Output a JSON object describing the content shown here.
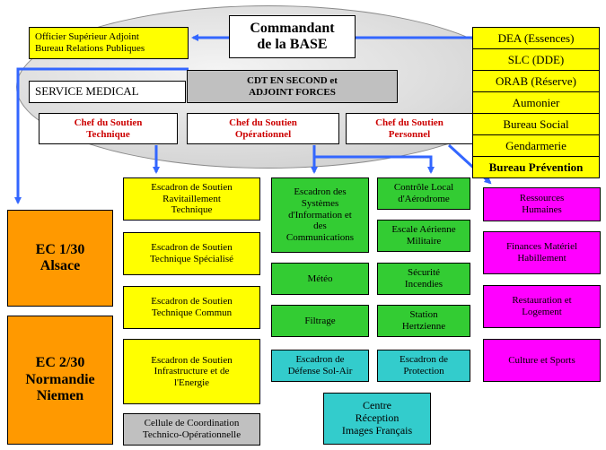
{
  "colors": {
    "arrow": "#3366ff",
    "yellow": "#ffff00",
    "green": "#33cc33",
    "cyan": "#33cccc",
    "magenta": "#ff00ff",
    "orange": "#ff9900",
    "gray": "#c0c0c0",
    "chef_text": "#cc0000"
  },
  "top": {
    "commandant": "Commandant\nde la  BASE",
    "officier": "Officier Supérieur Adjoint\nBureau Relations Publiques",
    "service_medical": "SERVICE MEDICAL",
    "cdt_second": "CDT EN SECOND et\nADJOINT FORCES"
  },
  "side_list": [
    "DEA (Essences)",
    "SLC (DDE)",
    "ORAB (Réserve)",
    "Aumonier",
    "Bureau Social",
    "Gendarmerie",
    "Bureau Prévention"
  ],
  "chefs": {
    "technique": "Chef du Soutien\nTechnique",
    "operationnel": "Chef du Soutien\nOpérationnel",
    "personnel": "Chef du Soutien\nPersonnel"
  },
  "ec": {
    "ec1": "EC 1/30\nAlsace",
    "ec2": "EC 2/30\nNormandie\nNiemen"
  },
  "technique_col": [
    "Escadron de Soutien\nRavitaillement\nTechnique",
    "Escadron de Soutien\nTechnique Spécialisé",
    "Escadron de Soutien\nTechnique Commun",
    "Escadron de Soutien\nInfrastructure et de\nl'Energie",
    "Cellule de Coordination\nTechnico-Opérationnelle"
  ],
  "operationnel_col": [
    "Escadron des\nSystèmes\nd'Information et\ndes\nCommunications",
    "Météo",
    "Filtrage",
    "Escadron de\nDéfense Sol-Air"
  ],
  "operationnel_col2": [
    "Contrôle Local\nd'Aérodrome",
    "Escale Aérienne\nMilitaire",
    "Sécurité\nIncendies",
    "Station\nHertzienne",
    "Escadron de\nProtection"
  ],
  "centre": "Centre\nRéception\nImages Français",
  "personnel_col": [
    "Ressources\nHumaines",
    "Finances Matériel\nHabillement",
    "Restauration et\nLogement",
    "Culture et Sports"
  ]
}
